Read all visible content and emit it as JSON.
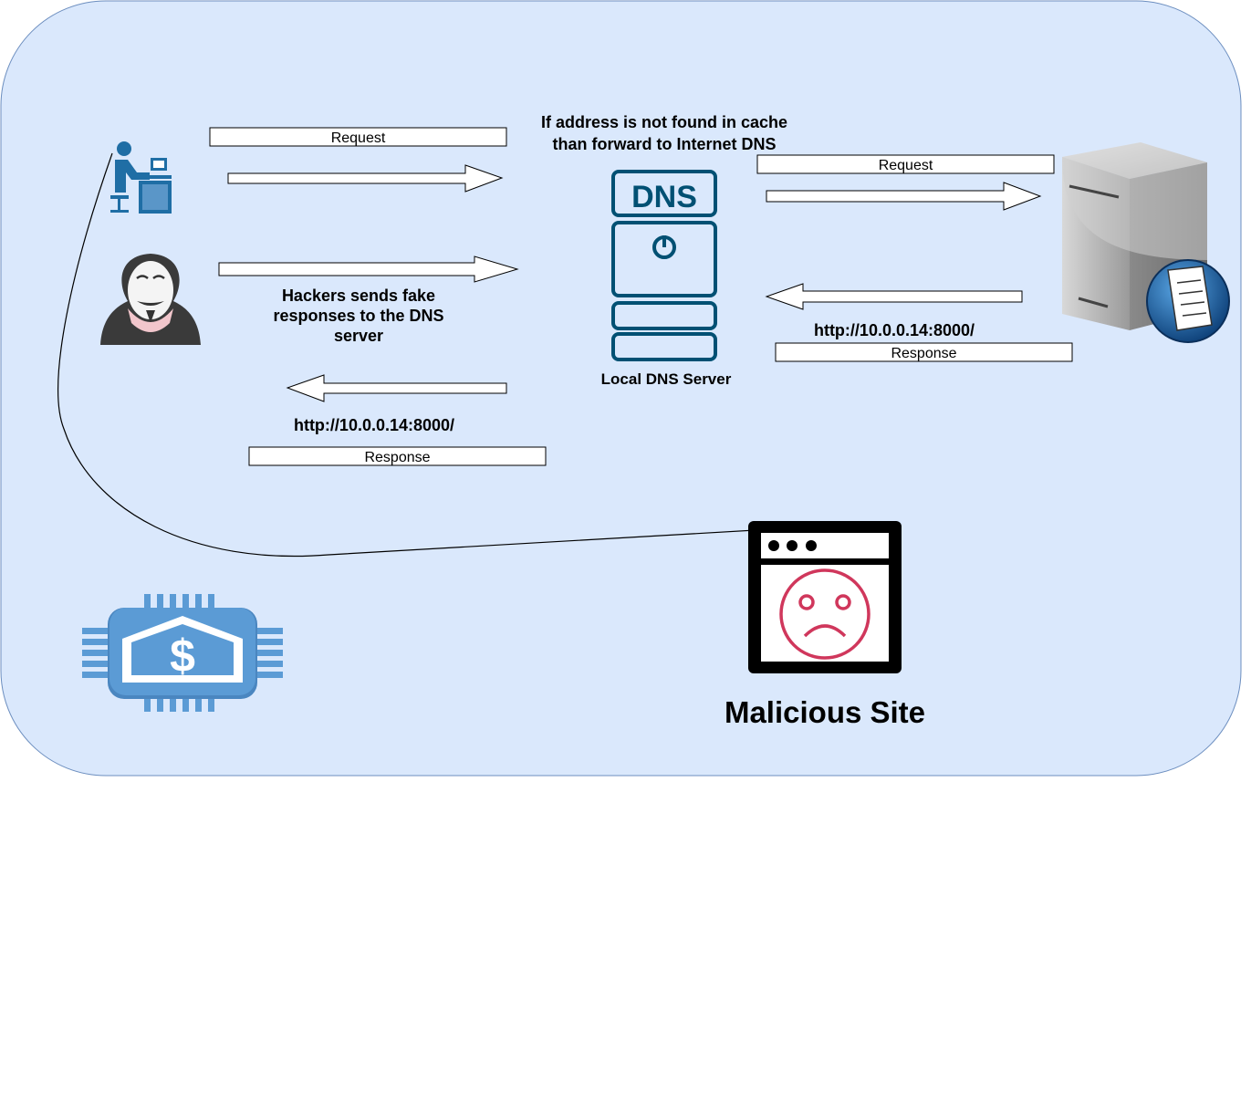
{
  "colors": {
    "background_panel": "#dae8fc",
    "panel_border": "#6c8ebf",
    "dns_icon": "#005073",
    "user_icon": "#1f6ea5",
    "bank_chip": "#5b9bd5",
    "sad_face": "#d0375c",
    "box_fill": "#ffffff",
    "stroke": "#000000"
  },
  "labels": {
    "request_left": "Request",
    "request_right": "Request",
    "response_left": "Response",
    "response_right": "Response",
    "url_left": "http://10.0.0.14:8000/",
    "url_right": "http://10.0.0.14:8000/",
    "cache_note_line1": "If address is not found in cache",
    "cache_note_line2": "than forward to Internet DNS",
    "hacker_note_line1": "Hackers sends fake",
    "hacker_note_line2": "responses to the DNS",
    "hacker_note_line3": "server",
    "dns_text": "DNS",
    "local_dns_label": "Local DNS Server",
    "malicious_site_label": "Malicious Site"
  },
  "icons": {
    "user": "user-at-computer-icon",
    "hacker": "anonymous-hacker-icon",
    "dns": "dns-server-icon",
    "internet_dns": "web-server-icon",
    "bank": "bank-chip-icon",
    "malicious": "sad-browser-window-icon"
  }
}
